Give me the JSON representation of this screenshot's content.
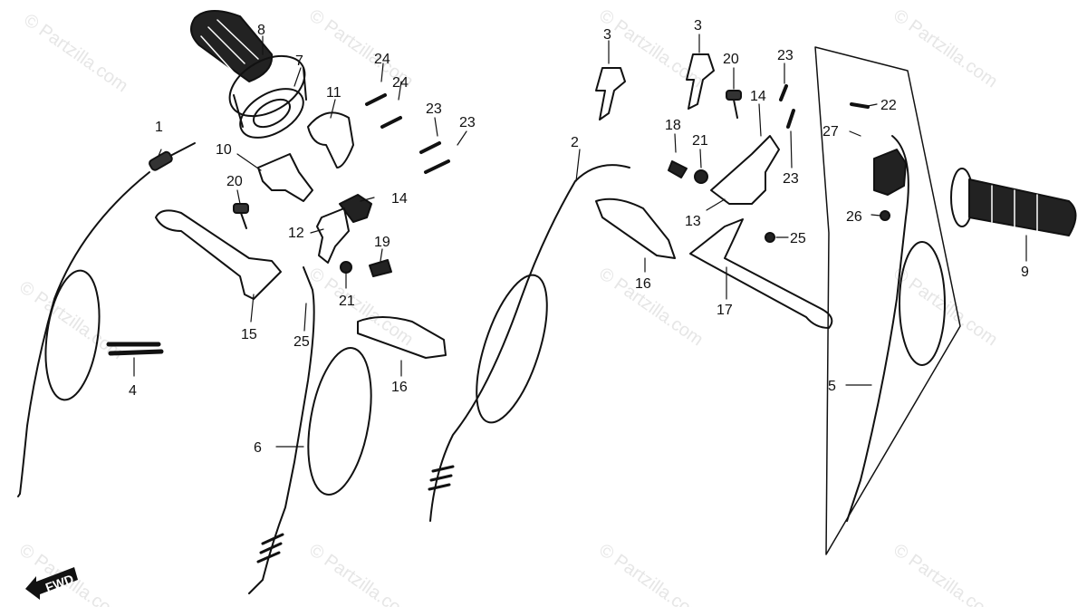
{
  "watermark": "© Partzilla.com",
  "fwd_label": "FWD",
  "callouts": {
    "p1": "1",
    "p2": "2",
    "p3a": "3",
    "p3b": "3",
    "p4": "4",
    "p5": "5",
    "p6": "6",
    "p7": "7",
    "p8": "8",
    "p9": "9",
    "p10": "10",
    "p11": "11",
    "p12": "12",
    "p13": "13",
    "p14a": "14",
    "p14b": "14",
    "p15": "15",
    "p16a": "16",
    "p16b": "16",
    "p17": "17",
    "p18": "18",
    "p19": "19",
    "p20a": "20",
    "p20b": "20",
    "p21a": "21",
    "p21b": "21",
    "p22": "22",
    "p23a": "23",
    "p23b": "23",
    "p23c": "23",
    "p23d": "23",
    "p24a": "24",
    "p24b": "24",
    "p25a": "25",
    "p25b": "25",
    "p26": "26",
    "p27": "27"
  }
}
